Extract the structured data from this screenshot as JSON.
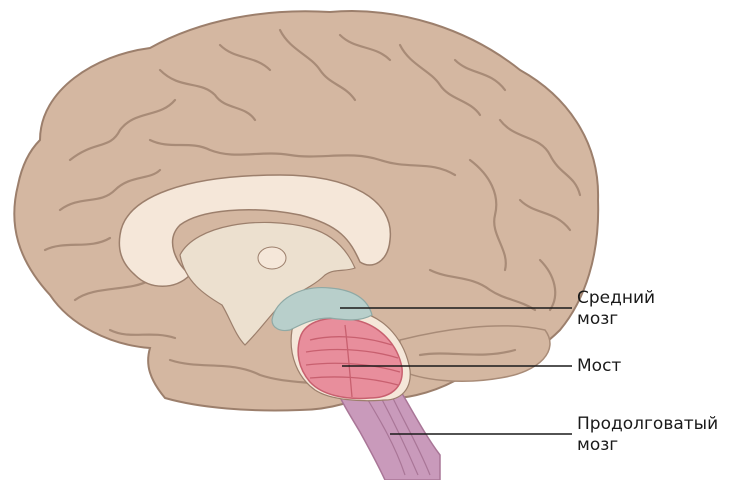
{
  "labels": {
    "midbrain": {
      "line1": "Средний",
      "line2": "мозг"
    },
    "pons": {
      "line1": "Мост"
    },
    "medulla": {
      "line1": "Продолговатый",
      "line2": "мозг"
    }
  },
  "colors": {
    "cortex": "#d4b7a1",
    "cortex_outline": "#9c7f6c",
    "sulcus": "#a88b77",
    "corpus_callosum": "#f5e7d9",
    "ventricle_area": "#ece0cf",
    "midbrain": "#b8cfcb",
    "pons": "#e88e9c",
    "pons_dark": "#c8606f",
    "medulla": "#c99abb",
    "medulla_dark": "#a97697",
    "leader_line": "#1a1a1a"
  }
}
